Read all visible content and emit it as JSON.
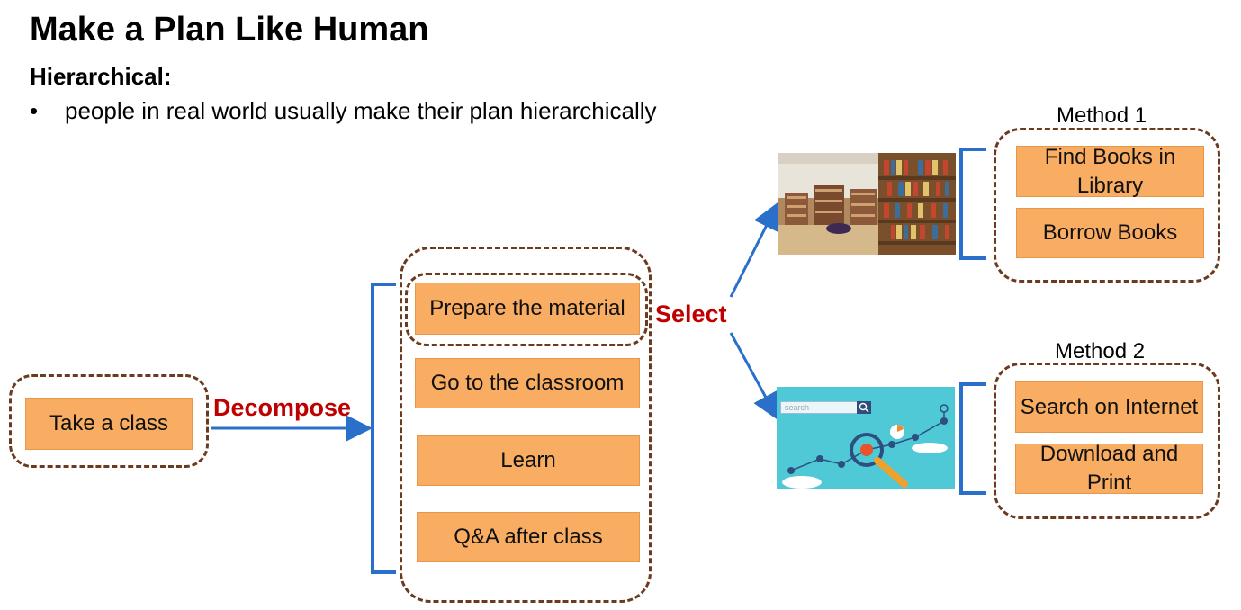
{
  "slide": {
    "title": "Make a Plan Like Human",
    "subtitle": "Hierarchical:",
    "bullet_symbol": "•",
    "bullet": "people in real world usually make their plan hierarchically"
  },
  "diagram": {
    "root_task": "Take a class",
    "decompose_label": "Decompose",
    "subtasks": [
      "Prepare the material",
      "Go to the classroom",
      "Learn",
      "Q&A after class"
    ],
    "select_label": "Select",
    "method1": {
      "label": "Method 1",
      "steps": [
        "Find Books in Library",
        "Borrow Books"
      ]
    },
    "method2": {
      "label": "Method 2",
      "steps": [
        "Search on Internet",
        "Download and Print"
      ],
      "search_placeholder": "search"
    }
  },
  "colors": {
    "box_fill": "#f9ad62",
    "dash_border": "#6b3a1f",
    "arrow_blue": "#2a6fc9",
    "label_red": "#c00000",
    "search_bg": "#4fc9d6"
  }
}
